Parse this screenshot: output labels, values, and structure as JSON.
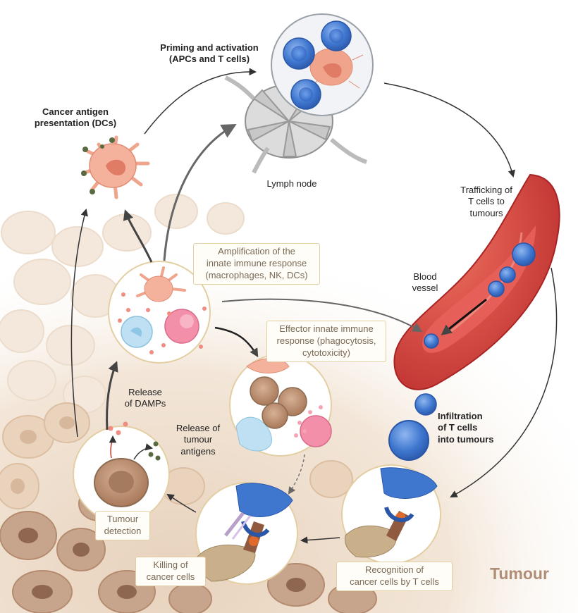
{
  "labels": {
    "priming": "Priming and activation\n(APCs and T cells)",
    "cancer_antigen": "Cancer antigen\npresentation (DCs)",
    "lymph_node": "Lymph node",
    "trafficking": "Trafficking of\nT cells to\ntumours",
    "blood_vessel": "Blood\nvessel",
    "infiltration": "Infiltration\nof T cells\ninto tumours",
    "release_damps": "Release\nof DAMPs",
    "release_antigens": "Release of\ntumour\nantigens",
    "tumour": "Tumour"
  },
  "boxes": {
    "amplification": "Amplification of the\ninnate immune response\n(macrophages, NK, DCs)",
    "effector": "Effector innate immune\nresponse (phagocytosis,\ncytotoxicity)",
    "tumour_detection": "Tumour\ndetection",
    "killing": "Killing of\ncancer cells",
    "recognition": "Recognition of\ncancer cells by T cells"
  },
  "colors": {
    "arrow": "#444444",
    "box_border": "#e3cfa3",
    "dc_cell": "#f0a48c",
    "t_cell": "#4a7fd0",
    "vessel": "#cf3b3b",
    "tumour_cell": "#c9a080"
  }
}
